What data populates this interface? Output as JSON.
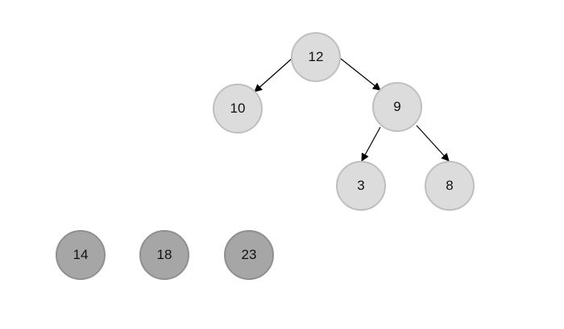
{
  "tree": {
    "root": "12",
    "left": "10",
    "right": "9",
    "right_left": "3",
    "right_right": "8"
  },
  "loose_nodes": [
    "14",
    "18",
    "23"
  ],
  "colors": {
    "tree_fill": "#dcdcdc",
    "tree_border": "#bfbfbf",
    "loose_fill": "#a6a6a6",
    "loose_border": "#8f8f8f",
    "edge": "#000000"
  }
}
